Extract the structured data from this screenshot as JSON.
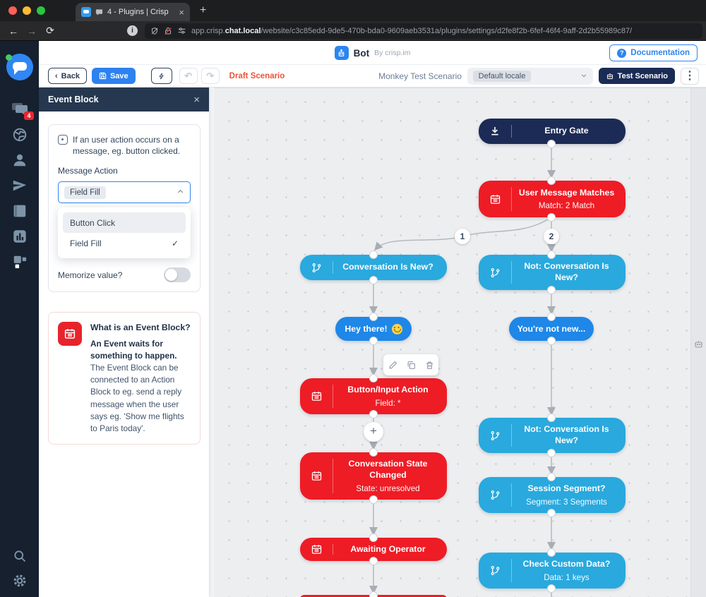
{
  "colors": {
    "accent_blue": "#2d85f0",
    "navy": "#1c2b55",
    "event_red": "#ee1c25",
    "condition_cyan": "#29a9de",
    "message_blue": "#1e87e8",
    "draft_orange": "#ec5338",
    "badge_red": "#e8252e"
  },
  "browser": {
    "tab_title": "4 - Plugins | Crisp",
    "close_glyph": "×",
    "new_tab_glyph": "+",
    "url_prefix": "app.crisp.",
    "url_host": "chat.local",
    "url_path": "/website/c3c85edd-9de5-470b-bda0-9609aeb3531a/plugins/settings/d2fe8f2b-6fef-46f4-9aff-2d2b55989c87/"
  },
  "sidebar": {
    "badge": "4"
  },
  "header": {
    "title": "Bot",
    "byline": "By crisp.im",
    "documentation_label": "Documentation",
    "doc_q_glyph": "?"
  },
  "toolbar": {
    "back_label": "Back",
    "back_chev": "‹",
    "save_label": "Save",
    "undo_glyph": "↶",
    "redo_glyph": "↷",
    "draft_label": "Draft Scenario",
    "scenario_title": "Monkey Test Scenario",
    "locale_value": "Default locale",
    "test_label": "Test Scenario",
    "dots_glyph": "⋮"
  },
  "panel": {
    "title": "Event Block",
    "close_glyph": "×",
    "hint": "If an user action occurs on a message, eg. button clicked.",
    "field_label": "Message Action",
    "selected_value": "Field Fill",
    "options": [
      {
        "label": "Button Click",
        "check": ""
      },
      {
        "label": "Field Fill",
        "check": "✓"
      }
    ],
    "memorize_label": "Memorize value?",
    "info_title": "What is an Event Block?",
    "info_bold": "An Event waits for something to happen.",
    "info_body": " The Event Block can be connected to an Action Block to eg. send a reply message when the user says eg. 'Show me flights to Paris today'."
  },
  "canvas": {
    "add_glyph": "+",
    "branch_labels": [
      "1",
      "2"
    ],
    "nodes": [
      {
        "id": "entry-gate",
        "title": "Entry Gate"
      },
      {
        "id": "user-message-matches",
        "title": "User Message Matches",
        "subtitle": "Match: 2 Match"
      },
      {
        "id": "conversation-is-new",
        "title": "Conversation Is New?"
      },
      {
        "id": "not-conversation-is-new",
        "title": "Not: Conversation Is New?"
      },
      {
        "id": "hey-there",
        "title": "Hey there!"
      },
      {
        "id": "youre-not-new",
        "title": "You're not new..."
      },
      {
        "id": "button-input-action",
        "title": "Button/Input Action",
        "subtitle": "Field: *"
      },
      {
        "id": "conversation-state-changed",
        "title": "Conversation State Changed",
        "subtitle": "State: unresolved"
      },
      {
        "id": "awaiting-operator",
        "title": "Awaiting Operator"
      },
      {
        "id": "not-conversation-is-new-2",
        "title": "Not: Conversation Is New?"
      },
      {
        "id": "session-segment",
        "title": "Session Segment?",
        "subtitle": "Segment: 3 Segments"
      },
      {
        "id": "check-custom-data",
        "title": "Check Custom Data?",
        "subtitle": "Data: 1 keys"
      }
    ]
  }
}
